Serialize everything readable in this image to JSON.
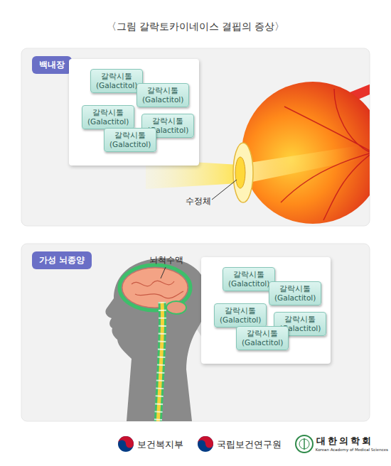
{
  "diagram": {
    "title": "〈그림 갈락토카이네이스 결핍의 증상〉",
    "nodes": [
      {
        "text": [
          "백내장"
        ]
      },
      {
        "text": [],
        "in": 0
      },
      {
        "text": [
          "갈락시톨 (Galactitol)"
        ],
        "in": 1
      },
      {
        "text": [
          "갈락시톨 (Galactitol)"
        ],
        "in": 1
      },
      {
        "text": [
          "갈락시톨 (Galactitol)"
        ],
        "in": 1
      },
      {
        "text": [
          "갈락시톨 (Galactitol)"
        ],
        "in": 1
      },
      {
        "text": [
          "갈락시톨 (Galactitol)"
        ],
        "in": 1
      },
      {
        "text": [
          "가성 뇌종양"
        ]
      },
      {
        "text": [],
        "in": 7
      },
      {
        "text": [
          "갈락시톨 (Galactitol)"
        ],
        "in": 8
      },
      {
        "text": [
          "갈락시톨 (Galactitol)"
        ],
        "in": 8
      },
      {
        "text": [
          "갈락시톨 (Galactitol)"
        ],
        "in": 8
      },
      {
        "text": [
          "갈락시톨 (Galactitol)"
        ],
        "in": 8
      },
      {
        "text": [
          "갈락시톨 (Galactitol)"
        ],
        "in": 8
      }
    ],
    "labels": [
      "수정체",
      "뇌척수액",
      "보건복지부",
      "국립보건연구원",
      "대한의학회",
      "Korean Academy of Medical Sciences"
    ]
  }
}
